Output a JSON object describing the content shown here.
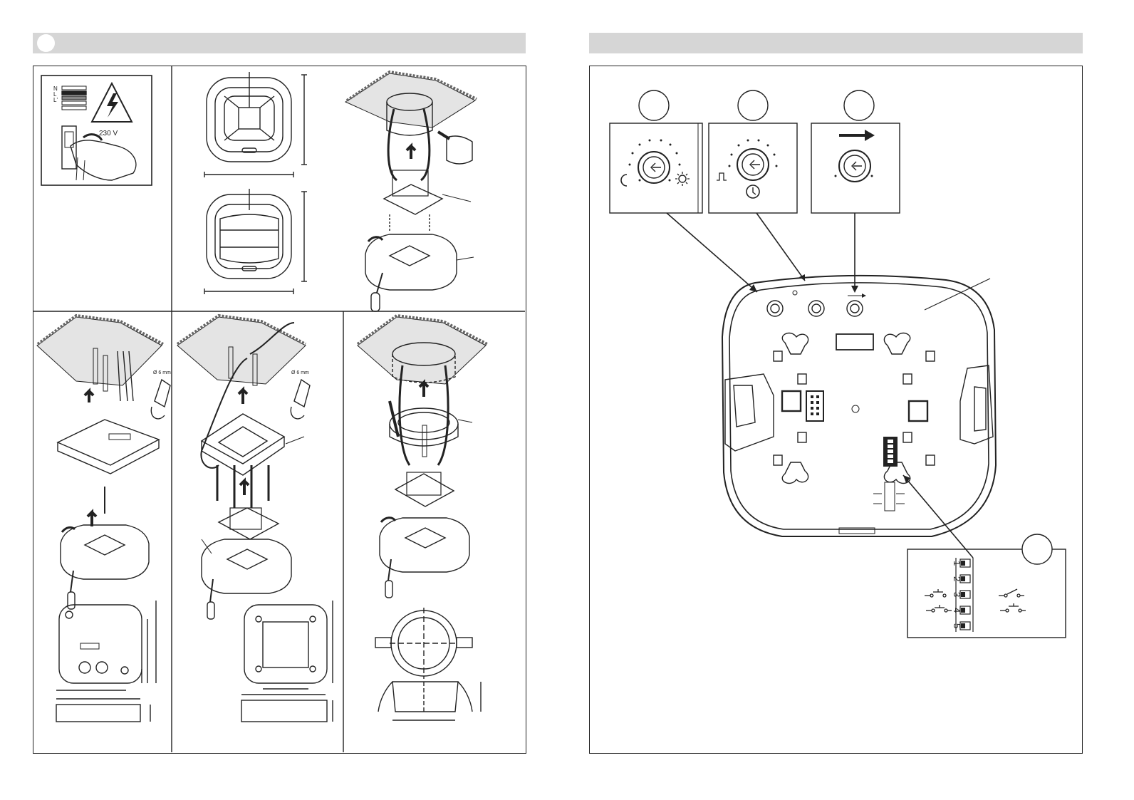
{
  "warning_panel": {
    "wire_labels": [
      "N",
      "L",
      "L'"
    ],
    "voltage": "230 V"
  },
  "drill_note_a": "Ø 6 mm",
  "drill_note_b": "Ø 6 mm",
  "dip_switch": {
    "positions": [
      "1",
      "2",
      "3",
      "4",
      "5"
    ]
  },
  "icons": [
    "lightning-warning-icon",
    "moon-icon",
    "sun-icon",
    "pulse-icon",
    "clock-icon",
    "arrow-right-icon",
    "screwdriver-icon"
  ]
}
